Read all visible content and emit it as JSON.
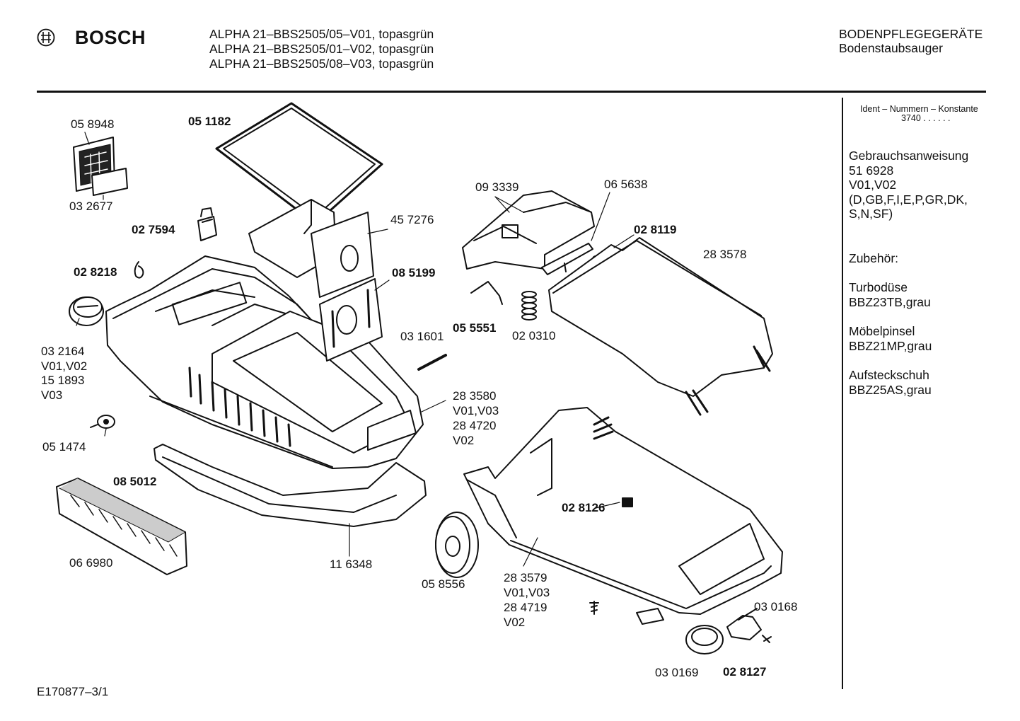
{
  "header": {
    "brand": "BOSCH",
    "models": [
      "ALPHA 21–BBS2505/05–V01, topasgrün",
      "ALPHA 21–BBS2505/01–V02, topasgrün",
      "ALPHA 21–BBS2505/08–V03, topasgrün"
    ],
    "category": "BODENPFLEGEGERÄTE",
    "subcategory": "Bodenstaubsauger"
  },
  "sidebar": {
    "ident_title": "Ident – Nummern – Konstante",
    "ident_value": "3740  . .    . . . .",
    "manual_lines": [
      "Gebrauchsanweisung",
      "51 6928",
      "V01,V02",
      "(D,GB,F,I,E,P,GR,DK,",
      "S,N,SF)"
    ],
    "accessories_title": "Zubehör:",
    "acc1_lines": [
      "Turbodüse",
      "BBZ23TB,grau"
    ],
    "acc2_lines": [
      "Möbelpinsel",
      "BBZ21MP,grau"
    ],
    "acc3_lines": [
      "Aufsteckschuh",
      "BBZ25AS,grau"
    ]
  },
  "parts": {
    "p058948": "05 8948",
    "p032677": "03 2677",
    "p051182": "05 1182",
    "p027594": "02 7594",
    "p457276": "45 7276",
    "p028218": "02 8218",
    "p085199": "08 5199",
    "p093339": "09 3339",
    "p065638": "06 5638",
    "p028119": "02 8119",
    "p283578": "28 3578",
    "p031601": "03 1601",
    "p055551": "05 5551",
    "p020310": "02 0310",
    "p032164_lines": [
      "03 2164",
      "V01,V02",
      "15 1893",
      "V03"
    ],
    "p283580_lines": [
      "28 3580",
      "V01,V03",
      "28 4720",
      "V02"
    ],
    "p051474": "05 1474",
    "p085012": "08 5012",
    "p066980": "06 6980",
    "p116348": "11 6348",
    "p058556": "05 8556",
    "p283579_lines": [
      "28 3579",
      "V01,V03",
      "28 4719",
      "V02"
    ],
    "p028126": "02 8126",
    "p030168": "03 0168",
    "p030169": "03 0169",
    "p028127": "02 8127"
  },
  "footer": {
    "drawing_code": "E170877–3/1"
  }
}
